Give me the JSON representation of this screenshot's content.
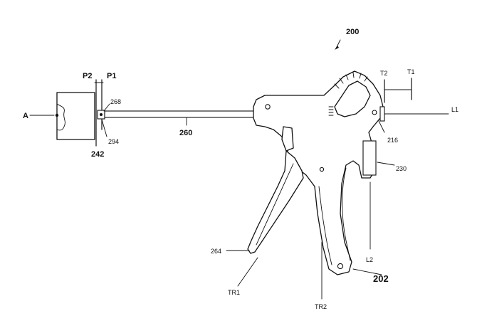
{
  "figure": {
    "labels": {
      "ref_200": "200",
      "ref_A": "A",
      "ref_P2": "P2",
      "ref_P1": "P1",
      "ref_268": "268",
      "ref_294": "294",
      "ref_242": "242",
      "ref_260": "260",
      "ref_T2": "T2",
      "ref_T1": "T1",
      "ref_L1": "L1",
      "ref_216": "216",
      "ref_230": "230",
      "ref_264": "264",
      "ref_L2": "L2",
      "ref_202": "202",
      "ref_TR1": "TR1",
      "ref_TR2": "TR2"
    }
  }
}
